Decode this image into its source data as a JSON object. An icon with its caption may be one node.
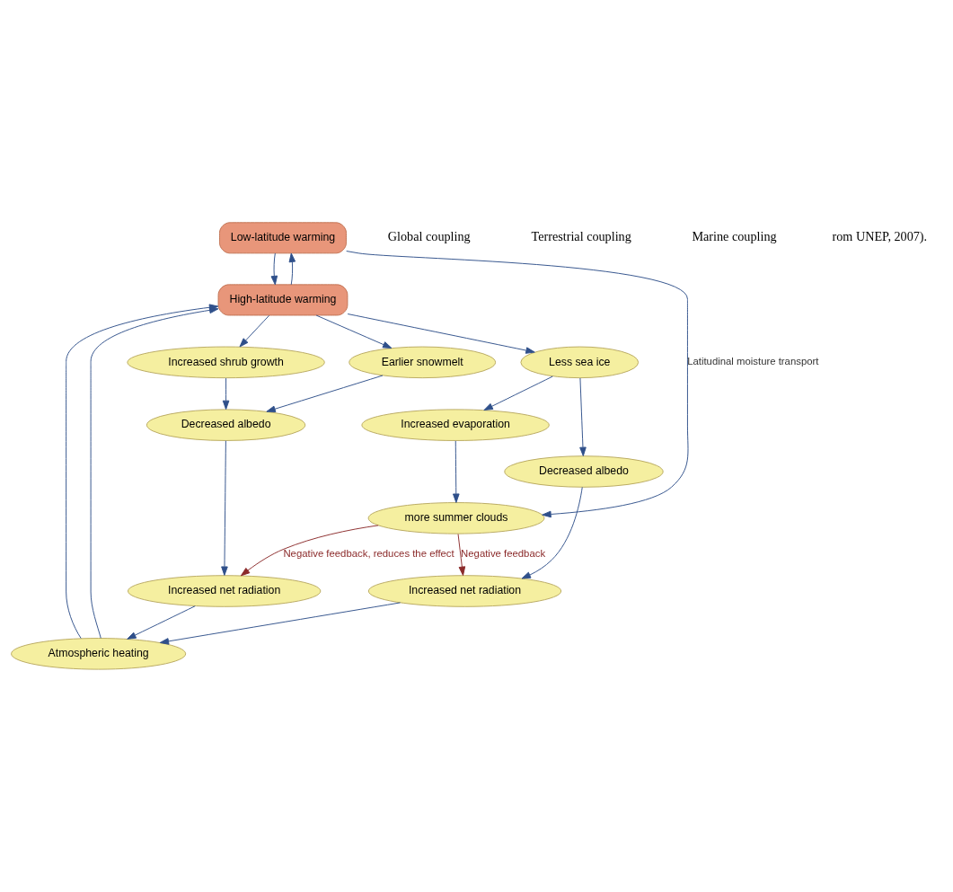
{
  "diagram": {
    "nodes": [
      {
        "text": [
          "Low-latitude warming"
        ]
      },
      {
        "text": [
          "Increased shrub growth"
        ]
      },
      {
        "text": [
          "Earlier snowmelt"
        ]
      },
      {
        "text": [
          "High-latitude warming"
        ]
      },
      {
        "text": [
          "Less sea ice"
        ]
      },
      {
        "text": [
          "Decreased albedo"
        ]
      },
      {
        "text": [
          "Decreased albedo"
        ]
      },
      {
        "text": [
          "Atmospheric heating"
        ]
      },
      {
        "text": [
          "Increased net radiation"
        ]
      },
      {
        "text": [
          "Increased net radiation"
        ]
      },
      {
        "text": [
          "Increased evaporation"
        ]
      },
      {
        "text": [
          "more summer clouds"
        ]
      }
    ],
    "edges": [
      {
        "from": 0,
        "to": 3,
        "arrow": "to"
      },
      {
        "from": 3,
        "to": 0,
        "arrow": "to"
      },
      {
        "from": 0,
        "to": 11,
        "arrow": "to",
        "label": "Latitudinal moisture transport"
      },
      {
        "from": 3,
        "to": 1,
        "arrow": "to"
      },
      {
        "from": 3,
        "to": 2,
        "arrow": "to"
      },
      {
        "from": 3,
        "to": 4,
        "arrow": "to"
      },
      {
        "from": 1,
        "to": 5,
        "arrow": "to"
      },
      {
        "from": 2,
        "to": 5,
        "arrow": "to"
      },
      {
        "from": 5,
        "to": 8,
        "arrow": "to"
      },
      {
        "from": 4,
        "to": 6,
        "arrow": "to"
      },
      {
        "from": 6,
        "to": 9,
        "arrow": "to"
      },
      {
        "from": 4,
        "to": 10,
        "arrow": "to"
      },
      {
        "from": 8,
        "to": 7,
        "arrow": "to"
      },
      {
        "from": 9,
        "to": 7,
        "arrow": "to"
      },
      {
        "from": 7,
        "to": 3,
        "arrow": "to"
      },
      {
        "from": 7,
        "to": 3,
        "arrow": "to"
      },
      {
        "from": 10,
        "to": 11,
        "arrow": "to"
      },
      {
        "from": 11,
        "to": 9,
        "arrow": "to",
        "label": "Negative feedback",
        "color": "#8b2a2a"
      },
      {
        "from": 11,
        "to": 8,
        "arrow": "to",
        "label": "Negative feedback, reduces the effect",
        "color": "#8b2a2a"
      }
    ],
    "labels": [
      "Global coupling",
      "Terrestrial coupling",
      "Marine coupling",
      "rom UNEP, 2007)."
    ]
  }
}
